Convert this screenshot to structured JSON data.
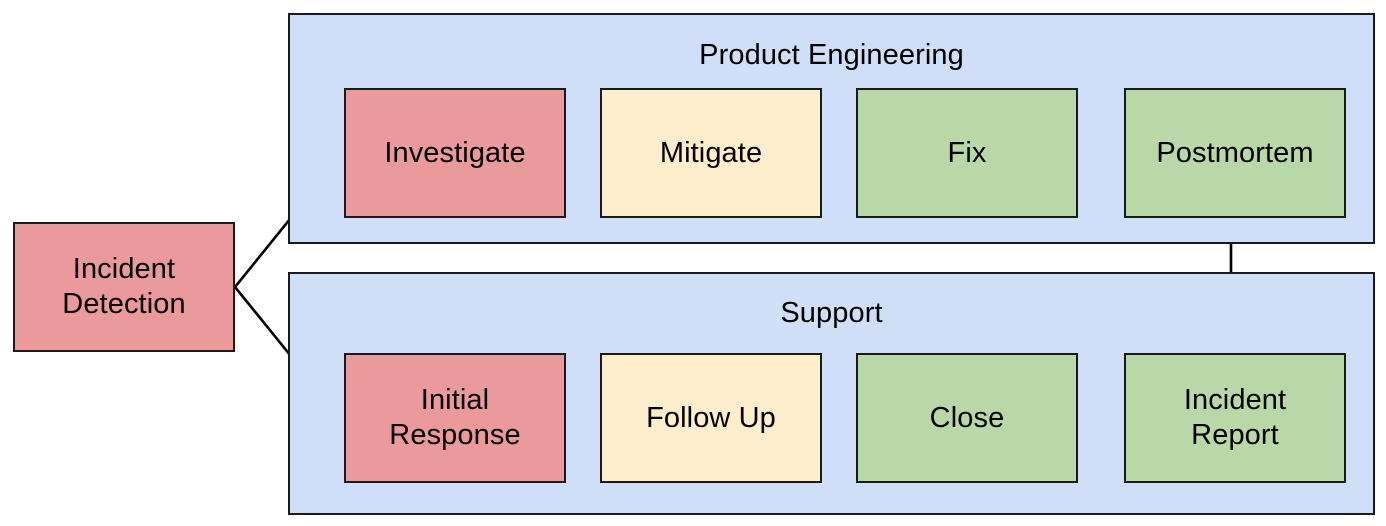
{
  "diagram": {
    "type": "flowchart",
    "title_present": false,
    "colors": {
      "lane_fill": "#cfdff7",
      "lane_stroke": "#1a1a1a",
      "node_stroke": "#1a1a1a",
      "red_fill": "#ea9a9a",
      "yellow_fill": "#ffeecb",
      "green_fill": "#b9d8a7",
      "edge_stroke": "#000000",
      "text": "#000000",
      "background": "#ffffff"
    },
    "lanes": [
      {
        "id": "product-engineering",
        "label": "Product Engineering"
      },
      {
        "id": "support",
        "label": "Support"
      }
    ],
    "nodes": [
      {
        "id": "incident-detection",
        "label": "Incident\nDetection",
        "fill": "red",
        "lane": null
      },
      {
        "id": "investigate",
        "label": "Investigate",
        "fill": "red",
        "lane": "product-engineering"
      },
      {
        "id": "mitigate",
        "label": "Mitigate",
        "fill": "yellow",
        "lane": "product-engineering"
      },
      {
        "id": "fix",
        "label": "Fix",
        "fill": "green",
        "lane": "product-engineering"
      },
      {
        "id": "postmortem",
        "label": "Postmortem",
        "fill": "green",
        "lane": "product-engineering"
      },
      {
        "id": "initial-response",
        "label": "Initial\nResponse",
        "fill": "red",
        "lane": "support"
      },
      {
        "id": "follow-up",
        "label": "Follow Up",
        "fill": "yellow",
        "lane": "support"
      },
      {
        "id": "close",
        "label": "Close",
        "fill": "green",
        "lane": "support"
      },
      {
        "id": "incident-report",
        "label": "Incident\nReport",
        "fill": "green",
        "lane": "support"
      }
    ],
    "edges": [
      {
        "from": "incident-detection",
        "to": "investigate",
        "label": ""
      },
      {
        "from": "incident-detection",
        "to": "initial-response",
        "label": ""
      },
      {
        "from": "investigate",
        "to": "mitigate",
        "label": ""
      },
      {
        "from": "mitigate",
        "to": "fix",
        "label": ""
      },
      {
        "from": "fix",
        "to": "postmortem",
        "label": ""
      },
      {
        "from": "postmortem",
        "to": "incident-report",
        "label": ""
      },
      {
        "from": "initial-response",
        "to": "follow-up",
        "label": ""
      },
      {
        "from": "follow-up",
        "to": "close",
        "label": ""
      },
      {
        "from": "close",
        "to": "incident-report",
        "label": ""
      }
    ]
  }
}
